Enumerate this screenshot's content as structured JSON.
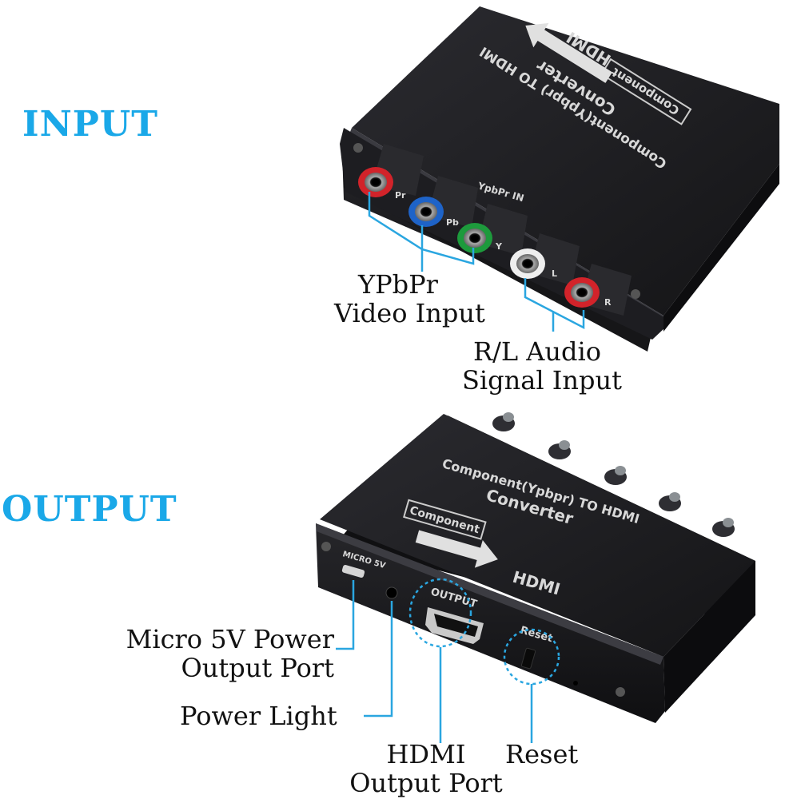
{
  "headings": {
    "input": "INPUT",
    "output": "OUTPUT"
  },
  "callouts": {
    "video_input": [
      "YPbPr",
      "Video Input"
    ],
    "audio_input": [
      "R/L Audio",
      "Signal Input"
    ],
    "micro_power": [
      "Micro 5V Power",
      "Output Port"
    ],
    "power_light": "Power Light",
    "hdmi_output": [
      "HDMI",
      "Output Port"
    ],
    "reset": "Reset"
  },
  "device_top": {
    "title": "Component(Ypbpr) TO HDMI",
    "subtitle": "Converter",
    "tag": "Component",
    "arrow_label": "HDMI",
    "panel_label": "YpbPr IN",
    "jack_labels": [
      "Pr",
      "Pb",
      "Y",
      "R",
      "L"
    ]
  },
  "device_bottom": {
    "title": "Component(Ypbpr) TO HDMI",
    "subtitle": "Converter",
    "tag": "Component",
    "arrow_label": "HDMI",
    "micro_label": "MICRO 5V",
    "output_label": "OUTPUT",
    "reset_label": "Reset"
  },
  "colors": {
    "heading": "#1aa8e8",
    "callout_line": "#2aa6e0",
    "jack_red": "#d2232a",
    "jack_blue": "#1e63c8",
    "jack_green": "#1d9a3c",
    "jack_white": "#eeeeee",
    "device_body": "#1b1b1e"
  }
}
